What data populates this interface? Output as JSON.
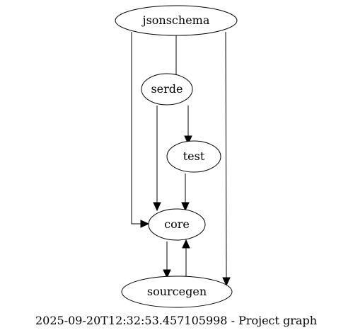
{
  "graph": {
    "caption": "2025-09-20T12:32:53.457105998 - Project graph",
    "nodes": {
      "jsonschema": "jsonschema",
      "serde": "serde",
      "test": "test",
      "core": "core",
      "sourcegen": "sourcegen"
    },
    "edges": [
      {
        "from": "jsonschema",
        "to": "serde"
      },
      {
        "from": "jsonschema",
        "to": "core"
      },
      {
        "from": "jsonschema",
        "to": "sourcegen"
      },
      {
        "from": "serde",
        "to": "test"
      },
      {
        "from": "serde",
        "to": "core"
      },
      {
        "from": "test",
        "to": "core"
      },
      {
        "from": "core",
        "to": "sourcegen"
      },
      {
        "from": "sourcegen",
        "to": "core"
      }
    ]
  }
}
